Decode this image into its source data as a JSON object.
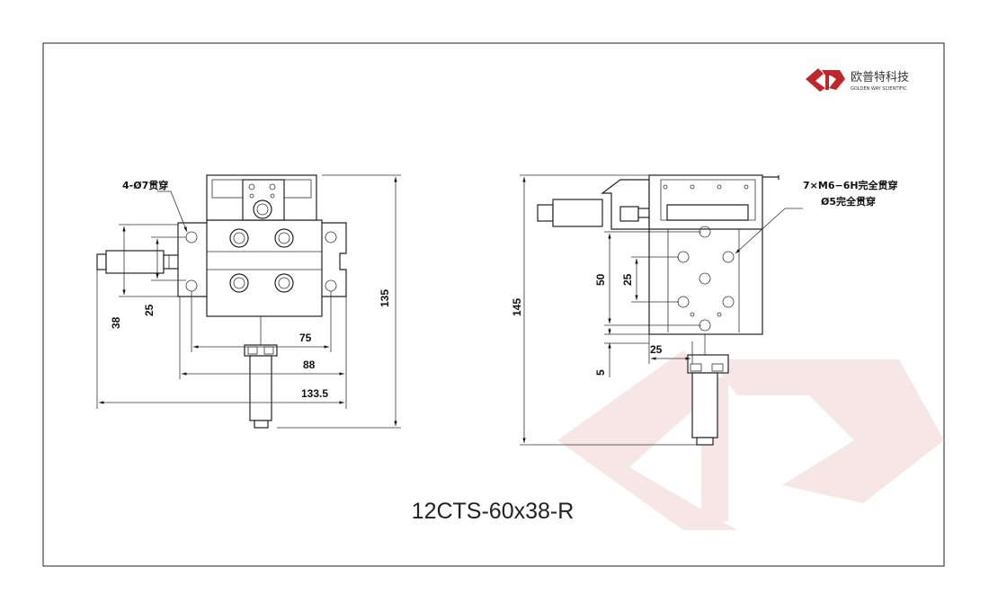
{
  "logo": {
    "name_cn": "欧普特科技",
    "name_en": "GOLDEN WAY SCIENTIFIC",
    "color": "#c0272d"
  },
  "title": "12CTS-60x38-R",
  "front_view": {
    "hole_note": "4-Ø7贯穿",
    "dims": {
      "height_total": "135",
      "hole_spacing_x": "75",
      "plate_width": "88",
      "overall_width": "133.5",
      "plate_height": "38",
      "hole_spacing_y": "25"
    }
  },
  "side_view": {
    "note_line1": "7×M6−6H完全贯穿",
    "note_line2": "Ø5完全贯穿",
    "dims": {
      "height_total": "145",
      "hole_spacing_50": "50",
      "hole_spacing_25v": "25",
      "hole_spacing_25h": "25",
      "offset_5": "5"
    }
  },
  "colors": {
    "watermark": "#f6e4e4",
    "line": "#222222"
  }
}
